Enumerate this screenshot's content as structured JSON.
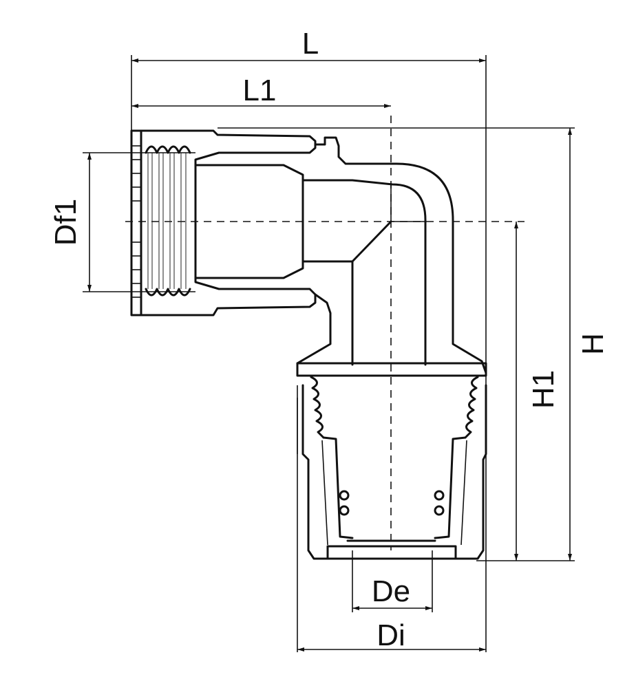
{
  "dimensions": {
    "L": "L",
    "L1": "L1",
    "Df1": "Df1",
    "H": "H",
    "H1": "H1",
    "De": "De",
    "Di": "Di"
  },
  "colors": {
    "stroke": "#111111",
    "background": "#ffffff"
  }
}
